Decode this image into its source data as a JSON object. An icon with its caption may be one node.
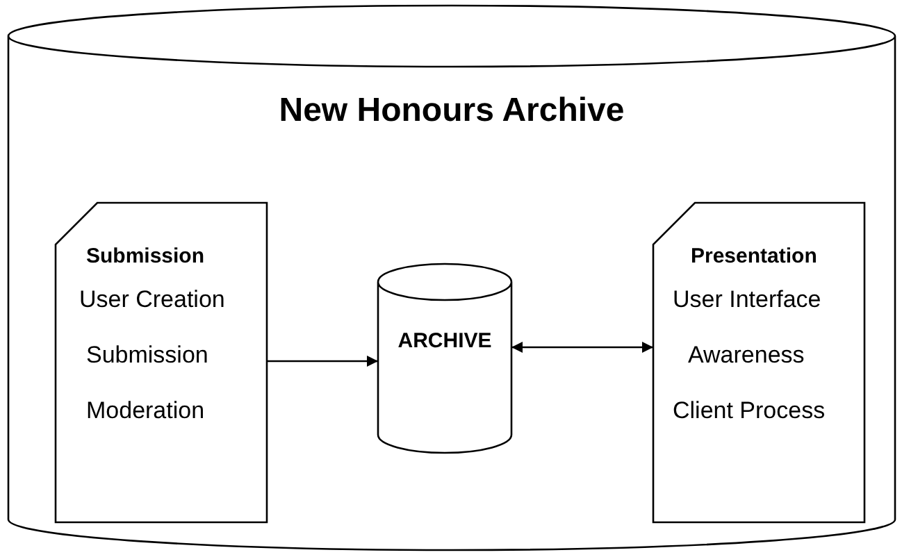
{
  "diagram": {
    "nodes": [
      {
        "text": [
          "New Honours Archive"
        ]
      },
      {
        "text": [
          "Submission",
          "User Creation",
          "Submission",
          "Moderation"
        ],
        "in": 0
      },
      {
        "text": [
          "ARCHIVE"
        ],
        "in": 0
      },
      {
        "text": [
          "Presentation",
          "User Interface",
          "Awareness",
          "Client Process"
        ],
        "in": 0
      }
    ],
    "edges": [
      {
        "from": 1,
        "to": 2,
        "arrow": "to"
      },
      {
        "from": 2,
        "to": 3,
        "arrow": "both"
      }
    ]
  }
}
